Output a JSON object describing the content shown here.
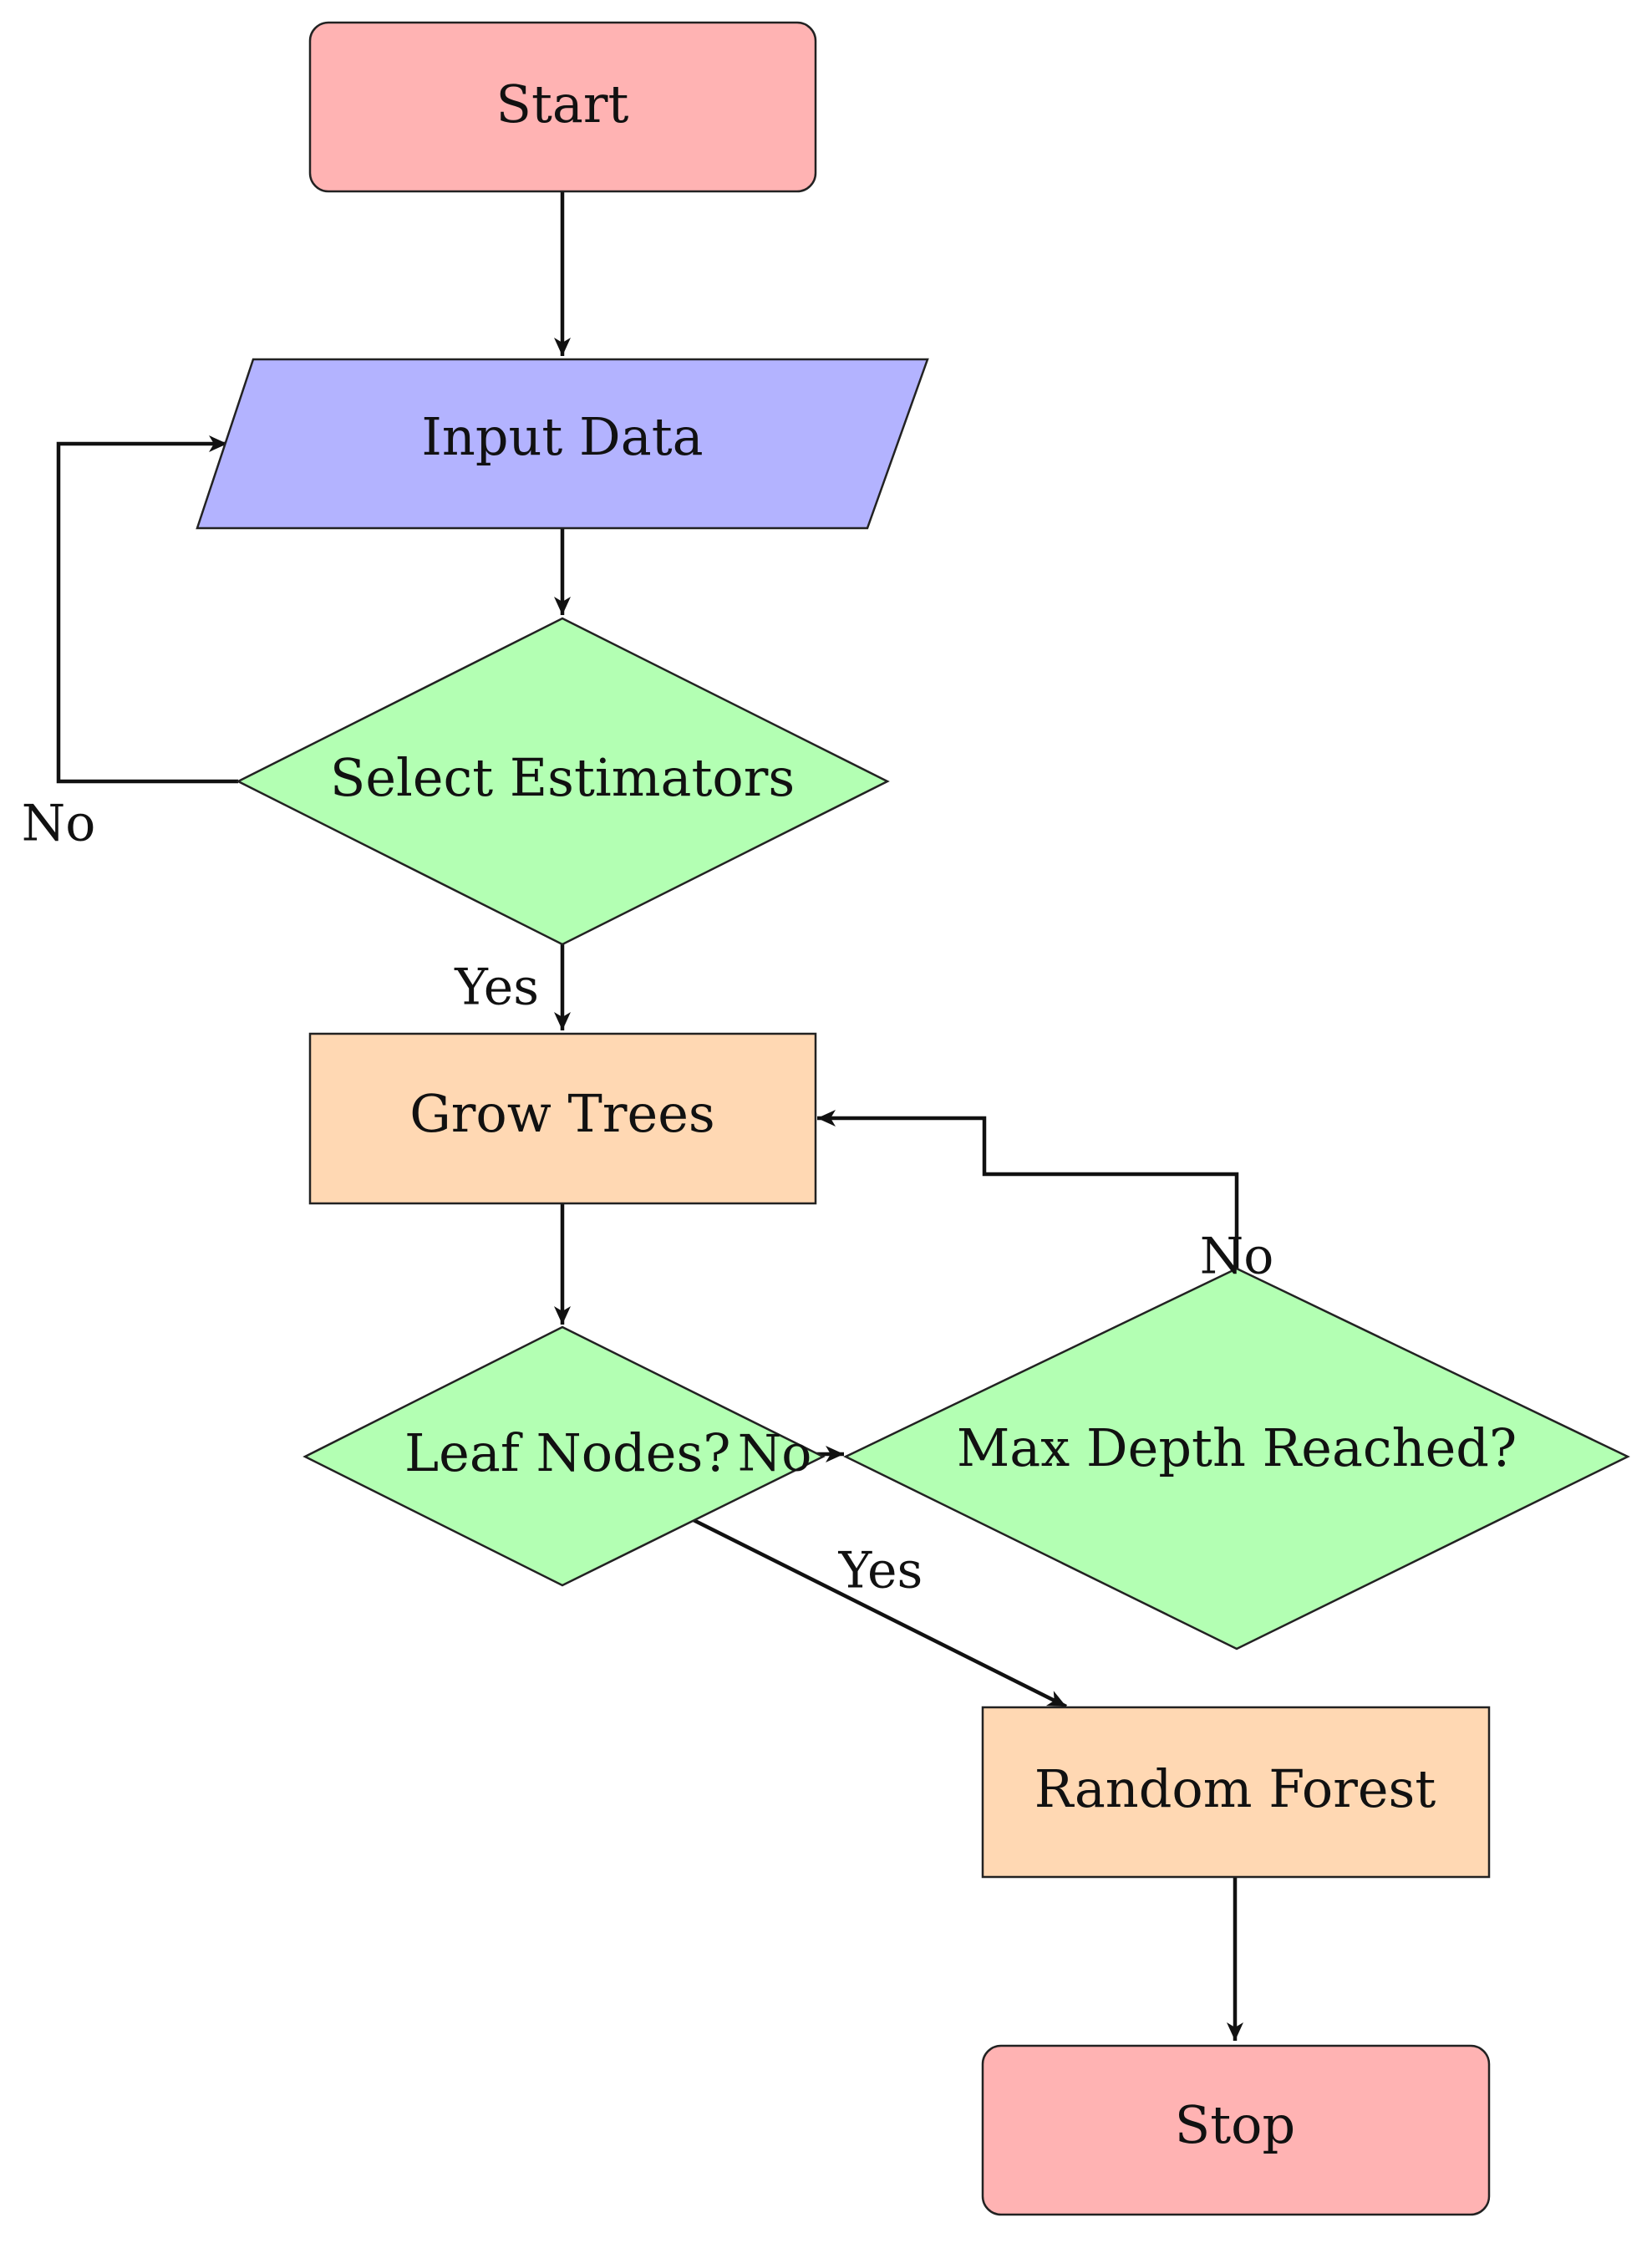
{
  "diagram": {
    "type": "flowchart",
    "colors": {
      "terminal": "#ffb3b3",
      "io": "#b3b3ff",
      "decision": "#b3ffb3",
      "process": "#ffd8b3",
      "line": "#111111"
    },
    "nodes": {
      "start": {
        "label": "Start",
        "shape": "rounded-rectangle"
      },
      "input": {
        "label": "Input Data",
        "shape": "parallelogram"
      },
      "select": {
        "label": "Select Estimators",
        "shape": "diamond"
      },
      "grow": {
        "label": "Grow Trees",
        "shape": "rectangle"
      },
      "leaf": {
        "label": "Leaf Nodes?",
        "shape": "diamond"
      },
      "maxdepth": {
        "label": "Max Depth Reached?",
        "shape": "diamond"
      },
      "forest": {
        "label": "Random Forest",
        "shape": "rectangle"
      },
      "stop": {
        "label": "Stop",
        "shape": "rounded-rectangle"
      }
    },
    "edges": {
      "start_input": {
        "from": "start",
        "to": "input",
        "label": ""
      },
      "input_select": {
        "from": "input",
        "to": "select",
        "label": ""
      },
      "select_input": {
        "from": "select",
        "to": "input",
        "label": "No"
      },
      "select_grow": {
        "from": "select",
        "to": "grow",
        "label": "Yes"
      },
      "grow_leaf": {
        "from": "grow",
        "to": "leaf",
        "label": ""
      },
      "leaf_maxdepth": {
        "from": "leaf",
        "to": "maxdepth",
        "label": "No"
      },
      "maxdepth_grow": {
        "from": "maxdepth",
        "to": "grow",
        "label": "No"
      },
      "leaf_forest": {
        "from": "leaf",
        "to": "forest",
        "label": "Yes"
      },
      "forest_stop": {
        "from": "forest",
        "to": "stop",
        "label": ""
      }
    }
  }
}
